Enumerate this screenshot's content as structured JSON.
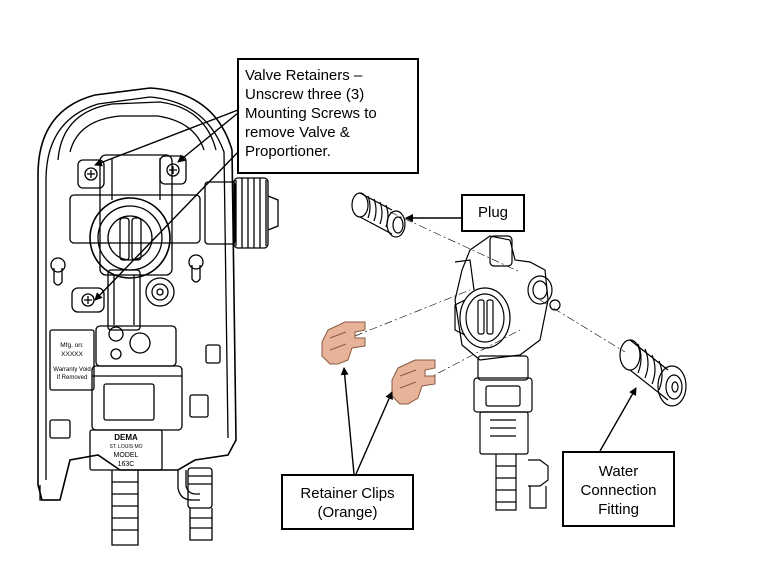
{
  "callouts": {
    "valve_retainers": {
      "lines": [
        "Valve Retainers –",
        "Unscrew three (3)",
        "Mounting Screws to",
        "remove Valve &",
        "Proportioner."
      ]
    },
    "plug": {
      "lines": [
        "Plug"
      ]
    },
    "retainer_clips": {
      "lines": [
        "Retainer Clips",
        "(Orange)"
      ]
    },
    "water_connection_fitting": {
      "lines": [
        "Water",
        "Connection",
        "Fitting"
      ]
    }
  },
  "labels": {
    "mfg": [
      "Mfg. on:",
      "XXXXX"
    ],
    "warranty": [
      "Warranty Void",
      "If Removed"
    ],
    "dema_brand": "DEMA",
    "dema_city": "ST. LOUIS MO",
    "model_label": "MODEL",
    "model_number": "163C"
  },
  "colors": {
    "clip_fill": "#e7b49a",
    "clip_stroke": "#8a5a40",
    "line": "#000000"
  }
}
